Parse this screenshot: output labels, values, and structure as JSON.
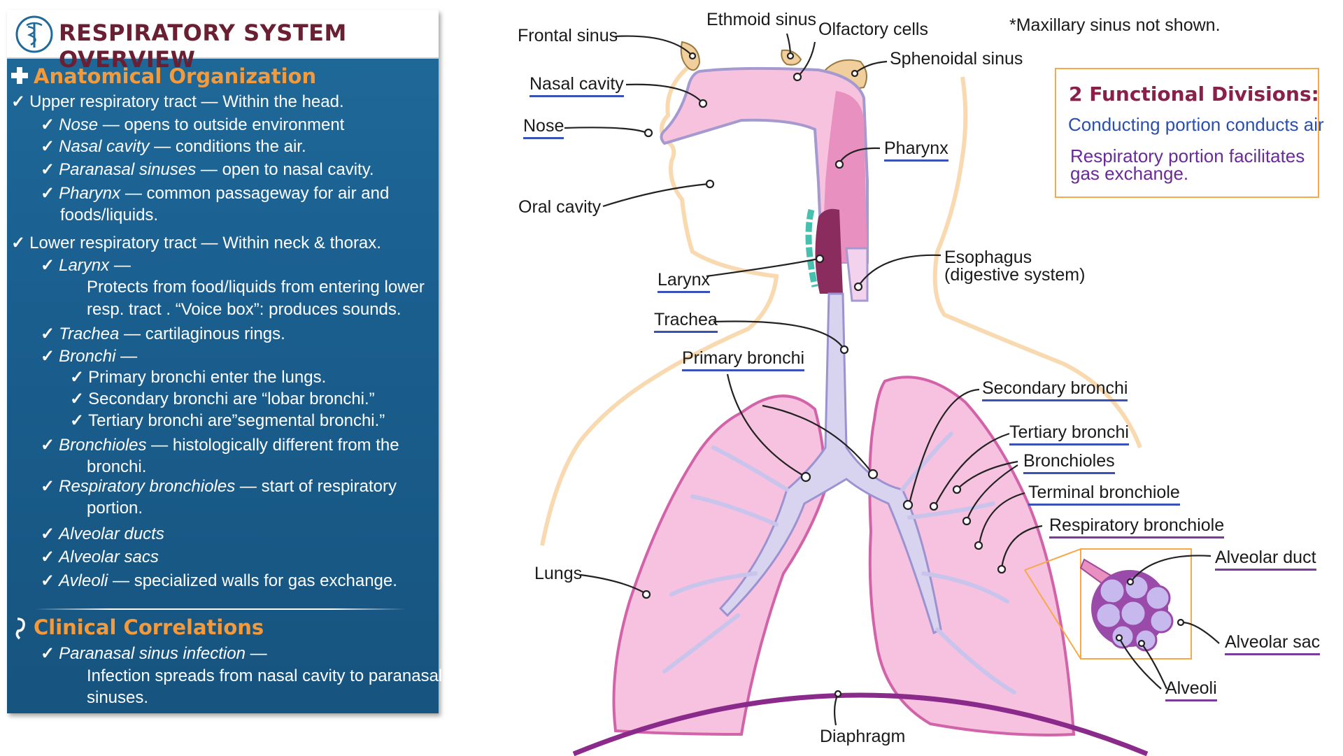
{
  "panel": {
    "title": "RESPIRATORY SYSTEM OVERVIEW",
    "anatomical_title": "Anatomical Organization",
    "clinical_title": "Clinical Correlations",
    "rows": [
      {
        "tick": "✓",
        "term": "",
        "text": "Upper respiratory tract — Within the head."
      },
      {
        "tick": "✓",
        "term": "Nose",
        "text": " —  opens to outside environment"
      },
      {
        "tick": "✓",
        "term": "Nasal cavity",
        "text": " — conditions the air."
      },
      {
        "tick": "✓",
        "term": "Paranasal sinuses",
        "text": " —  open to nasal cavity."
      },
      {
        "tick": "✓",
        "term": "Pharynx",
        "text": " — common passageway for air and"
      },
      {
        "tick": "",
        "term": "",
        "text": "foods/liquids."
      },
      {
        "tick": "✓",
        "term": "",
        "text": "Lower respiratory tract —  Within neck & thorax."
      },
      {
        "tick": "✓",
        "term": "Larynx",
        "text": " —"
      },
      {
        "tick": "",
        "term": "",
        "text": "Protects from food/liquids from entering lower"
      },
      {
        "tick": "",
        "term": "",
        "text": "resp. tract .  “Voice box”:  produces sounds."
      },
      {
        "tick": "✓",
        "term": "Trachea",
        "text": " —  cartilaginous rings."
      },
      {
        "tick": "✓",
        "term": "Bronchi",
        "text": " —"
      },
      {
        "tick": "✓",
        "term": "",
        "text": "Primary bronchi enter the lungs."
      },
      {
        "tick": "✓",
        "term": "",
        "text": "Secondary bronchi are “lobar bronchi.”"
      },
      {
        "tick": "✓",
        "term": "",
        "text": "Tertiary bronchi are”segmental bronchi.”"
      },
      {
        "tick": "✓",
        "term": "Bronchioles",
        "text": " — histologically different from the"
      },
      {
        "tick": "",
        "term": "",
        "text": "bronchi."
      },
      {
        "tick": "✓",
        "term": "Respiratory bronchioles",
        "text": " — start of respiratory"
      },
      {
        "tick": "",
        "term": "",
        "text": "portion."
      },
      {
        "tick": "✓",
        "term": "Alveolar ducts",
        "text": ""
      },
      {
        "tick": "✓",
        "term": "Alveolar sacs",
        "text": ""
      },
      {
        "tick": "✓",
        "term": "Avleoli",
        "text": " — specialized walls for gas exchange."
      },
      {
        "tick": "✓",
        "term": "Paranasal sinus infection",
        "text": "  —"
      },
      {
        "tick": "",
        "term": "",
        "text": "Infection spreads from nasal cavity to paranasal"
      },
      {
        "tick": "",
        "term": "",
        "text": "sinuses."
      }
    ]
  },
  "note": "*Maxillary sinus not shown.",
  "functional": {
    "title": "2 Functional Divisions:",
    "conducting": "Conducting portion conducts air",
    "respiratory_1": "Respiratory portion facilitates",
    "respiratory_2": "gas exchange."
  },
  "labels": {
    "frontal_sinus": "Frontal sinus",
    "ethmoid_sinus": "Ethmoid sinus",
    "olfactory_cells": "Olfactory cells",
    "sphenoidal_sinus": "Sphenoidal sinus",
    "nasal_cavity": "Nasal cavity",
    "nose": "Nose",
    "oral_cavity": "Oral cavity",
    "pharynx": "Pharynx",
    "esophagus_1": "Esophagus",
    "esophagus_2": "(digestive system)",
    "larynx": "Larynx",
    "trachea": "Trachea",
    "primary_bronchi": "Primary bronchi",
    "secondary_bronchi": "Secondary bronchi",
    "tertiary_bronchi": "Tertiary bronchi",
    "bronchioles": "Bronchioles",
    "terminal_bronchiole": "Terminal bronchiole",
    "respiratory_bronchiole": "Respiratory bronchiole",
    "alveolar_duct": "Alveolar duct",
    "alveolar_sac": "Alveolar sac",
    "alveoli": "Alveoli",
    "lungs": "Lungs",
    "diaphragm": "Diaphragm"
  },
  "colors": {
    "panel_blue": "#1a5f8f",
    "section_orange": "#f59a3a",
    "title_maroon": "#6a1f33",
    "lung_pink": "#f3b8d8",
    "airway_lavender": "#d8d4f0",
    "skin_outline": "#f8d9b0",
    "diaphragm_purple": "#8a2a8a"
  }
}
